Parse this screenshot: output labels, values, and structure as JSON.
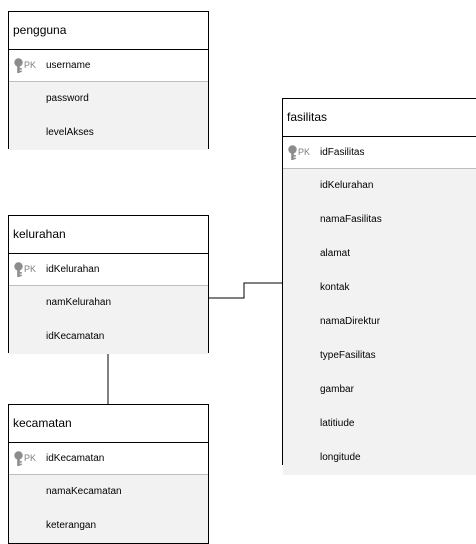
{
  "entities": {
    "pengguna": {
      "name": "pengguna",
      "pk_marker": "PK",
      "pk": "username",
      "attributes": [
        "password",
        "levelAkses"
      ]
    },
    "kelurahan": {
      "name": "kelurahan",
      "pk_marker": "PK",
      "pk": "idKelurahan",
      "attributes": [
        "namKelurahan",
        "idKecamatan"
      ]
    },
    "kecamatan": {
      "name": "kecamatan",
      "pk_marker": "PK",
      "pk": "idKecamatan",
      "attributes": [
        "namaKecamatan",
        "keterangan"
      ]
    },
    "fasilitas": {
      "name": "fasilitas",
      "pk_marker": "PK",
      "pk": "idFasilitas",
      "attributes": [
        "idKelurahan",
        "namaFasilitas",
        "alamat",
        "kontak",
        "namaDirektur",
        "typeFasilitas",
        "gambar",
        "latitiude",
        "longitude"
      ]
    }
  },
  "colors": {
    "border": "#000000",
    "attribute_fill": "#f2f2f2",
    "pk_marker": "#7f7f7f",
    "key_icon": "#8c8c8c"
  }
}
